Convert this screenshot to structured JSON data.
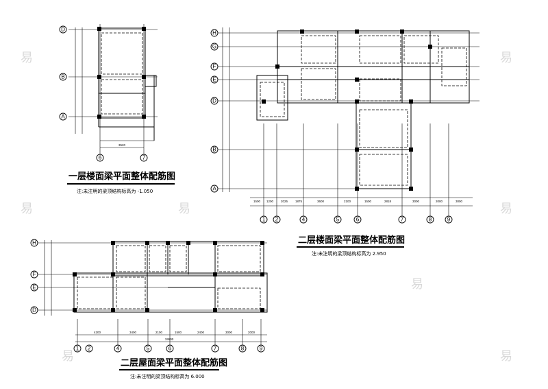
{
  "plan1": {
    "title": "一层楼面梁平面整体配筋图",
    "note": "注:未注明的梁顶结构标高为 -1.050",
    "row_axes": [
      "D",
      "B",
      "A"
    ],
    "col_axes": [
      "6",
      "7"
    ],
    "dims": [
      "3520"
    ]
  },
  "plan2": {
    "title": "二层楼面梁平面整体配筋图",
    "note": "注:未注明的梁顶结构标高为 2.950",
    "row_axes": [
      "H",
      "G",
      "F",
      "E",
      "D",
      "B",
      "A"
    ],
    "col_axes": [
      "1",
      "2",
      "4",
      "5",
      "6",
      "7",
      "8",
      "9"
    ],
    "dims": [
      "1500",
      "1200",
      "2025",
      "1875",
      "3600",
      "2100",
      "1500",
      "2818",
      "3000",
      "2000",
      "3000"
    ]
  },
  "plan3": {
    "title": "二层屋面梁平面整体配筋图",
    "note": "注:未注明的梁顶结构标高为 6.000",
    "row_axes": [
      "H",
      "F",
      "E",
      "D"
    ],
    "col_axes": [
      "1",
      "2",
      "4",
      "5",
      "6",
      "7",
      "8",
      "9"
    ],
    "dims": [
      "4200",
      "3400",
      "2100",
      "1500",
      "2400",
      "3000",
      "2000"
    ],
    "total": "19500"
  },
  "watermark": "易"
}
